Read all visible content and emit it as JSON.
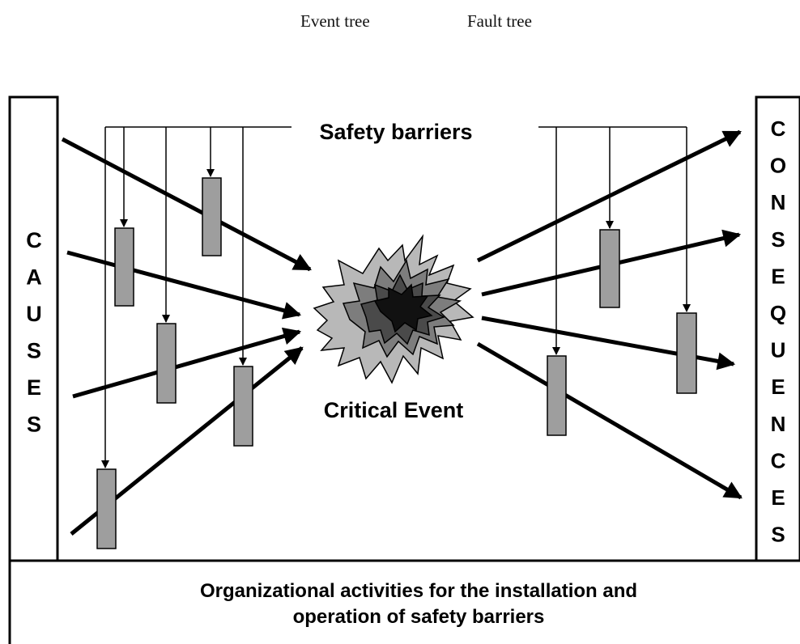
{
  "top_labels": {
    "event_tree": "Event tree",
    "fault_tree": "Fault tree"
  },
  "diagram": {
    "causes_letters": [
      "C",
      "A",
      "U",
      "S",
      "E",
      "S"
    ],
    "consequences_letters": [
      "C",
      "O",
      "N",
      "S",
      "E",
      "Q",
      "U",
      "E",
      "N",
      "C",
      "E",
      "S"
    ],
    "safety_barriers_label": "Safety barriers",
    "critical_event_label": "Critical Event",
    "organizational_line1": "Organizational activities for the installation and",
    "organizational_line2": "operation of safety barriers"
  },
  "colors": {
    "barrier_fill": "#9e9e9e",
    "burst_outer": "#b8b8b8",
    "burst_middle": "#7d7d7d",
    "burst_inner": "#4a4a4a",
    "burst_core": "#111111",
    "ink": "#000000"
  }
}
